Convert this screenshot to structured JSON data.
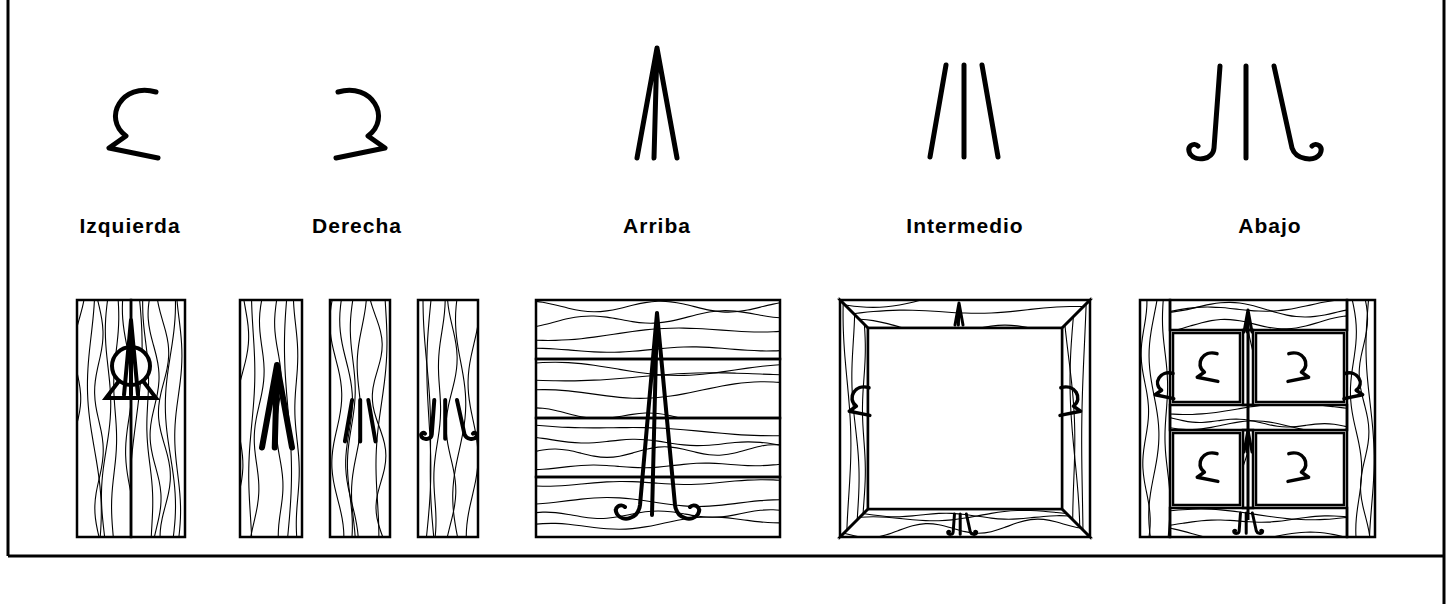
{
  "diagram": {
    "labels": [
      "Izquierda",
      "Derecha",
      "Arriba",
      "Intermedio",
      "Abajo"
    ]
  }
}
